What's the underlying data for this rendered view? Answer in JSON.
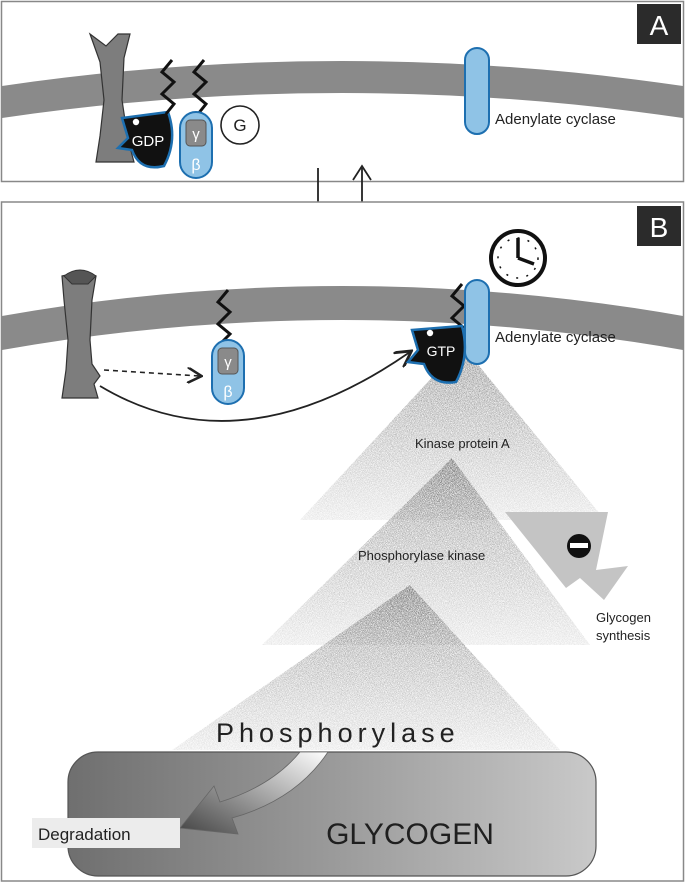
{
  "panels": {
    "a": {
      "letter": "A"
    },
    "b": {
      "letter": "B"
    }
  },
  "panel_a": {
    "gdp": "GDP",
    "gamma": "γ",
    "beta": "β",
    "g": "G",
    "adenylate_cyclase": "Adenylate cyclase"
  },
  "panel_b": {
    "gtp": "GTP",
    "gamma": "γ",
    "beta": "β",
    "adenylate_cyclase": "Adenylate cyclase",
    "kinase_protein_a": "Kinase protein A",
    "phosphorylase_kinase": "Phosphorylase  kinase",
    "glycogen_synthesis_line1": "Glycogen",
    "glycogen_synthesis_line2": "synthesis",
    "phosphorylase": "Phosphorylase",
    "glycogen": "GLYCOGEN",
    "degradation": "Degradation"
  },
  "icons": [
    "clock-icon",
    "inhibition-minus-icon",
    "equilibrium-arrows-icon"
  ],
  "colors": {
    "membrane": "#8a8a8a",
    "g_protein_blue": "#8fc3e6",
    "g_protein_outline": "#1d6fb0",
    "dark_label_bg": "#2b2b2b",
    "glycogen_block": "#8c8c8c"
  }
}
